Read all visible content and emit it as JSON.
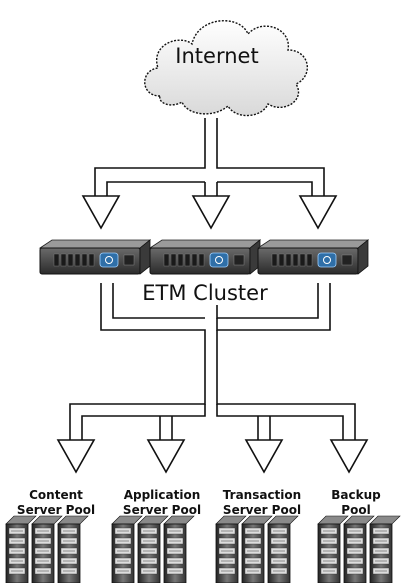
{
  "diagram": {
    "top_node": {
      "label": "Internet",
      "icon": "cloud-icon"
    },
    "cluster": {
      "label": "ETM Cluster",
      "icon": "rack-server-icon",
      "device_count": 3
    },
    "pools": [
      {
        "label_line1": "Content",
        "label_line2": "Server Pool",
        "icon": "server-rack-icon"
      },
      {
        "label_line1": "Application",
        "label_line2": "Server Pool",
        "icon": "server-rack-icon"
      },
      {
        "label_line1": "Transaction",
        "label_line2": "Server Pool",
        "icon": "server-rack-icon"
      },
      {
        "label_line1": "Backup",
        "label_line2": "Pool",
        "icon": "server-rack-icon"
      }
    ]
  },
  "colors": {
    "line": "#111111",
    "arrow_fill": "#ffffff",
    "cloud_fill": "#f2f2f2",
    "server_body": "#4a4a4a",
    "server_accent": "#2f6fa8"
  }
}
